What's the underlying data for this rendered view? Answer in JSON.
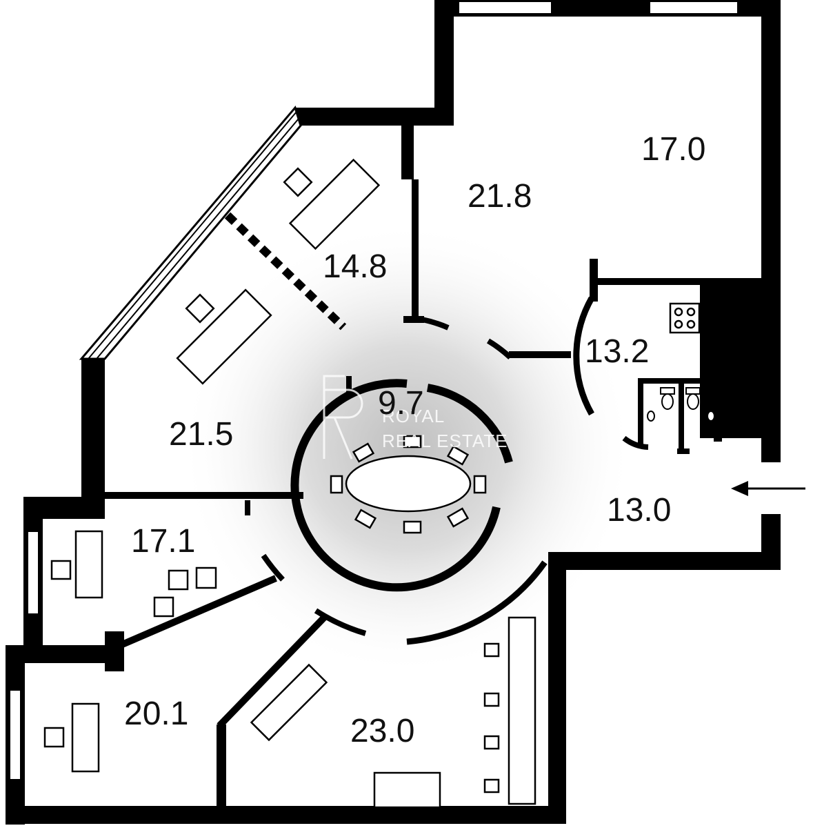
{
  "rooms": [
    {
      "id": "room-17-0",
      "area": "17.0"
    },
    {
      "id": "room-21-8",
      "area": "21.8"
    },
    {
      "id": "room-14-8",
      "area": "14.8"
    },
    {
      "id": "room-13-2",
      "area": "13.2"
    },
    {
      "id": "room-9-7",
      "area": "9.7"
    },
    {
      "id": "room-21-5",
      "area": "21.5"
    },
    {
      "id": "room-13-0",
      "area": "13.0"
    },
    {
      "id": "room-17-1",
      "area": "17.1"
    },
    {
      "id": "room-20-1",
      "area": "20.1"
    },
    {
      "id": "room-23-0",
      "area": "23.0"
    }
  ],
  "watermark": {
    "line1": "ROYAL",
    "line2": "REAL ESTATE"
  },
  "colors": {
    "wall": "#000000",
    "background": "#ffffff",
    "hall_shade": "#bfbfbf"
  },
  "icons": [
    "entrance-arrow-icon",
    "stove-icon",
    "toilet-icon",
    "royal-logo-icon"
  ]
}
